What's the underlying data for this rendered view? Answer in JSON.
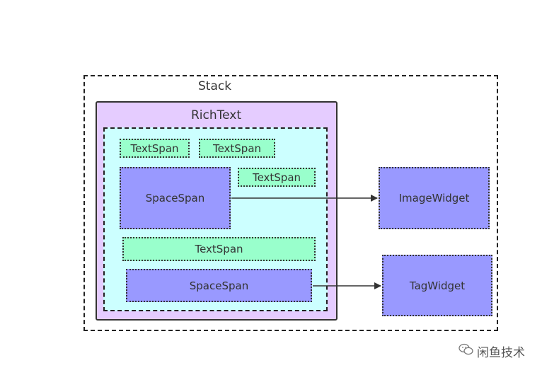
{
  "diagram": {
    "stack": {
      "label": "Stack"
    },
    "richtext": {
      "label": "RichText"
    },
    "spans": [
      {
        "kind": "text",
        "label": "TextSpan"
      },
      {
        "kind": "text",
        "label": "TextSpan"
      },
      {
        "kind": "text",
        "label": "TextSpan"
      },
      {
        "kind": "space",
        "label": "SpaceSpan"
      },
      {
        "kind": "text",
        "label": "TextSpan"
      },
      {
        "kind": "space",
        "label": "SpaceSpan"
      }
    ],
    "widgets": [
      {
        "label": "ImageWidget"
      },
      {
        "label": "TagWidget"
      }
    ],
    "colors": {
      "richtext_fill": "#e5ccff",
      "inner_fill": "#ccffff",
      "textspan_fill": "#99ffcc",
      "spacespan_fill": "#9999ff"
    }
  },
  "watermark": {
    "text": "闲鱼技术",
    "icon": "wechat-icon"
  }
}
